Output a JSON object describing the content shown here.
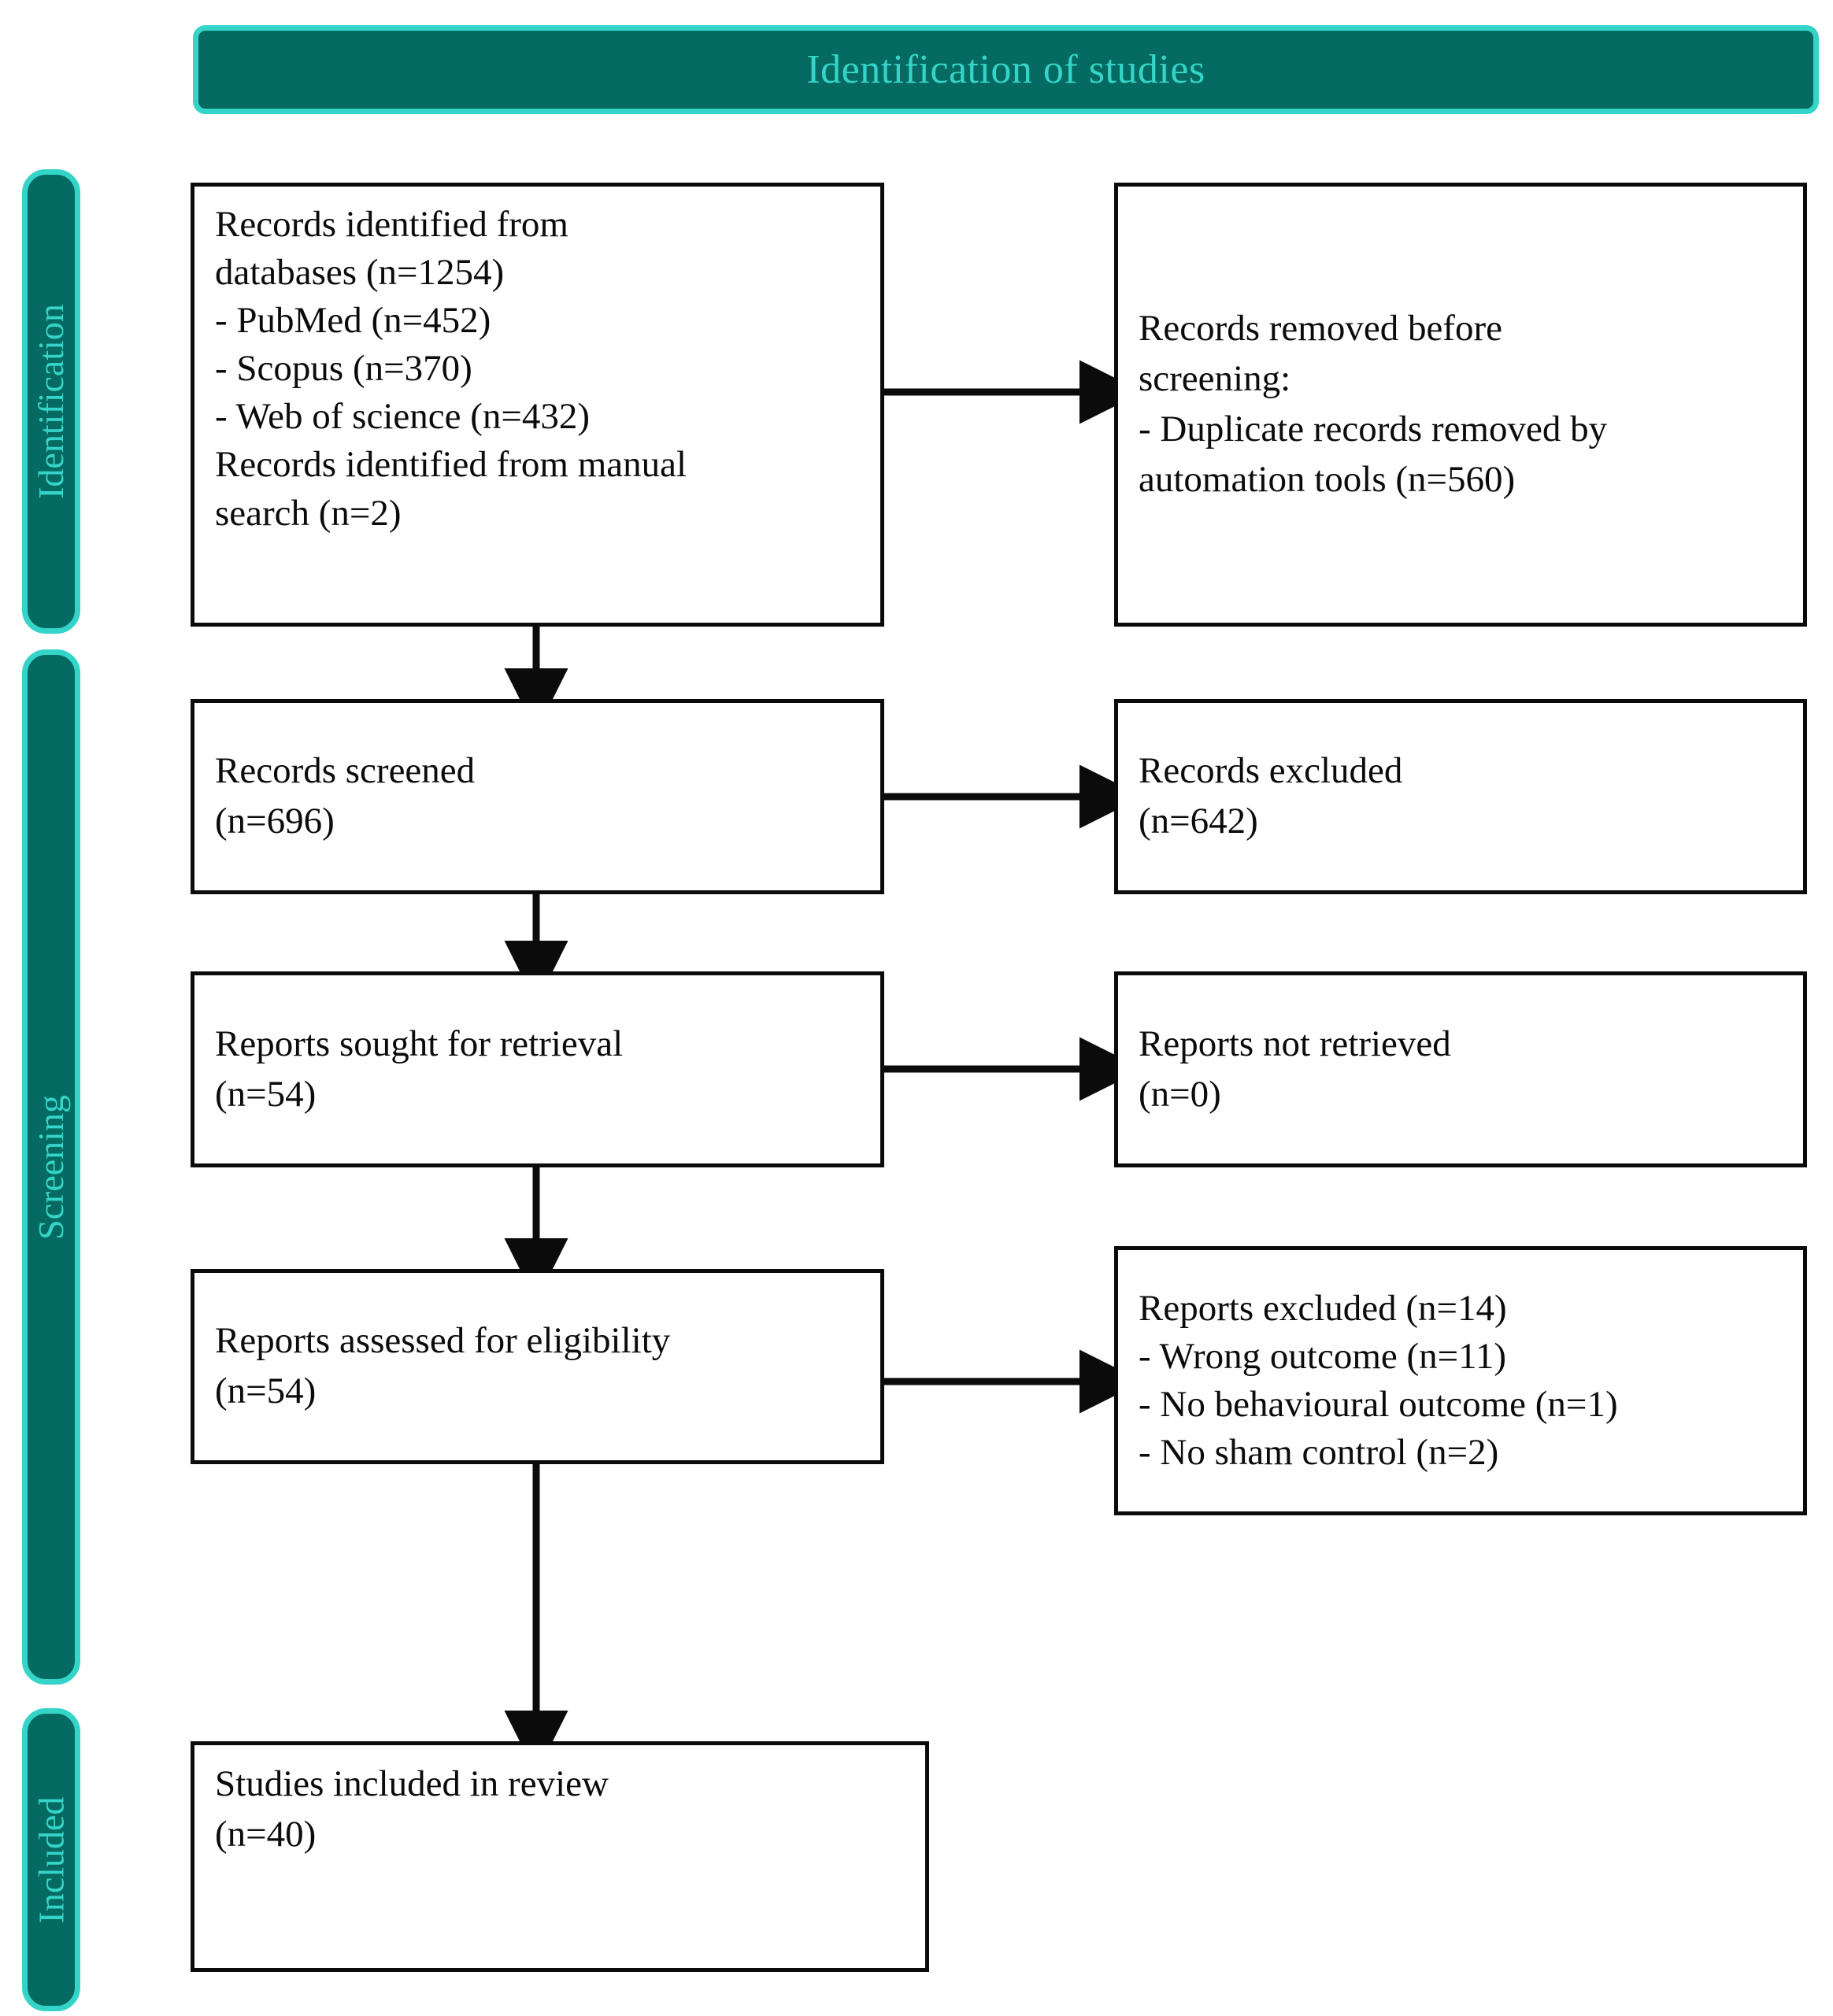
{
  "banner": {
    "title": "Identification of studies"
  },
  "stages": [
    {
      "id": "identification",
      "label": "Identification"
    },
    {
      "id": "screening",
      "label": "Screening"
    },
    {
      "id": "included",
      "label": "Included"
    }
  ],
  "boxes": {
    "identified": "Records identified from\ndatabases (n=1254)\n        - PubMed (n=452)\n        - Scopus (n=370)\n        - Web of science (n=432)\nRecords identified from manual\nsearch (n=2)",
    "removed": "Records removed before\nscreening:\n- Duplicate records removed by\nautomation tools (n=560)",
    "screened": "Records screened\n(n=696)",
    "excluded": "Records excluded\n(n=642)",
    "sought": "Reports sought for retrieval\n(n=54)",
    "not_retrieved": "Reports not retrieved\n(n=0)",
    "eligibility": "Reports assessed for eligibility\n(n=54)",
    "reports_excluded": "Reports excluded (n=14)\n- Wrong outcome (n=11)\n- No behavioural outcome (n=1)\n- No sham control (n=2)",
    "included": "Studies included in review\n(n=40)"
  },
  "colors": {
    "banner_fill": "#056a61",
    "banner_border": "#35d4c8",
    "banner_text": "#35d4c8",
    "box_border": "#0b0b0b",
    "box_fill": "#ffffff",
    "text": "#0b0b0b"
  },
  "counts": {
    "databases_total": 1254,
    "pubmed": 452,
    "scopus": 370,
    "web_of_science": 432,
    "manual_search": 2,
    "duplicates_removed": 560,
    "records_screened": 696,
    "records_excluded": 642,
    "reports_sought": 54,
    "reports_not_retrieved": 0,
    "reports_assessed": 54,
    "reports_excluded_total": 14,
    "wrong_outcome": 11,
    "no_behavioural_outcome": 1,
    "no_sham_control": 2,
    "studies_included": 40
  }
}
